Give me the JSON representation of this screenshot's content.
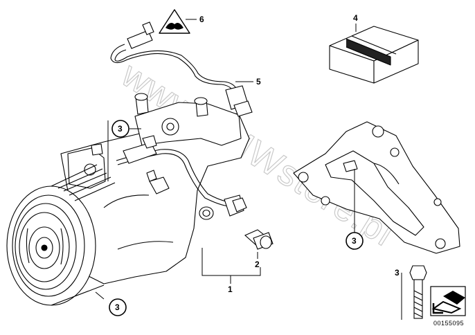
{
  "diagram": {
    "watermark": "www.BMWstore.pl",
    "callouts": {
      "c1": "1",
      "c2": "2",
      "c3a": "3",
      "c3b": "3",
      "c3c": "3",
      "c3d": "3",
      "c4": "4",
      "c5": "5",
      "c6": "6"
    },
    "part_number": "00155095"
  }
}
